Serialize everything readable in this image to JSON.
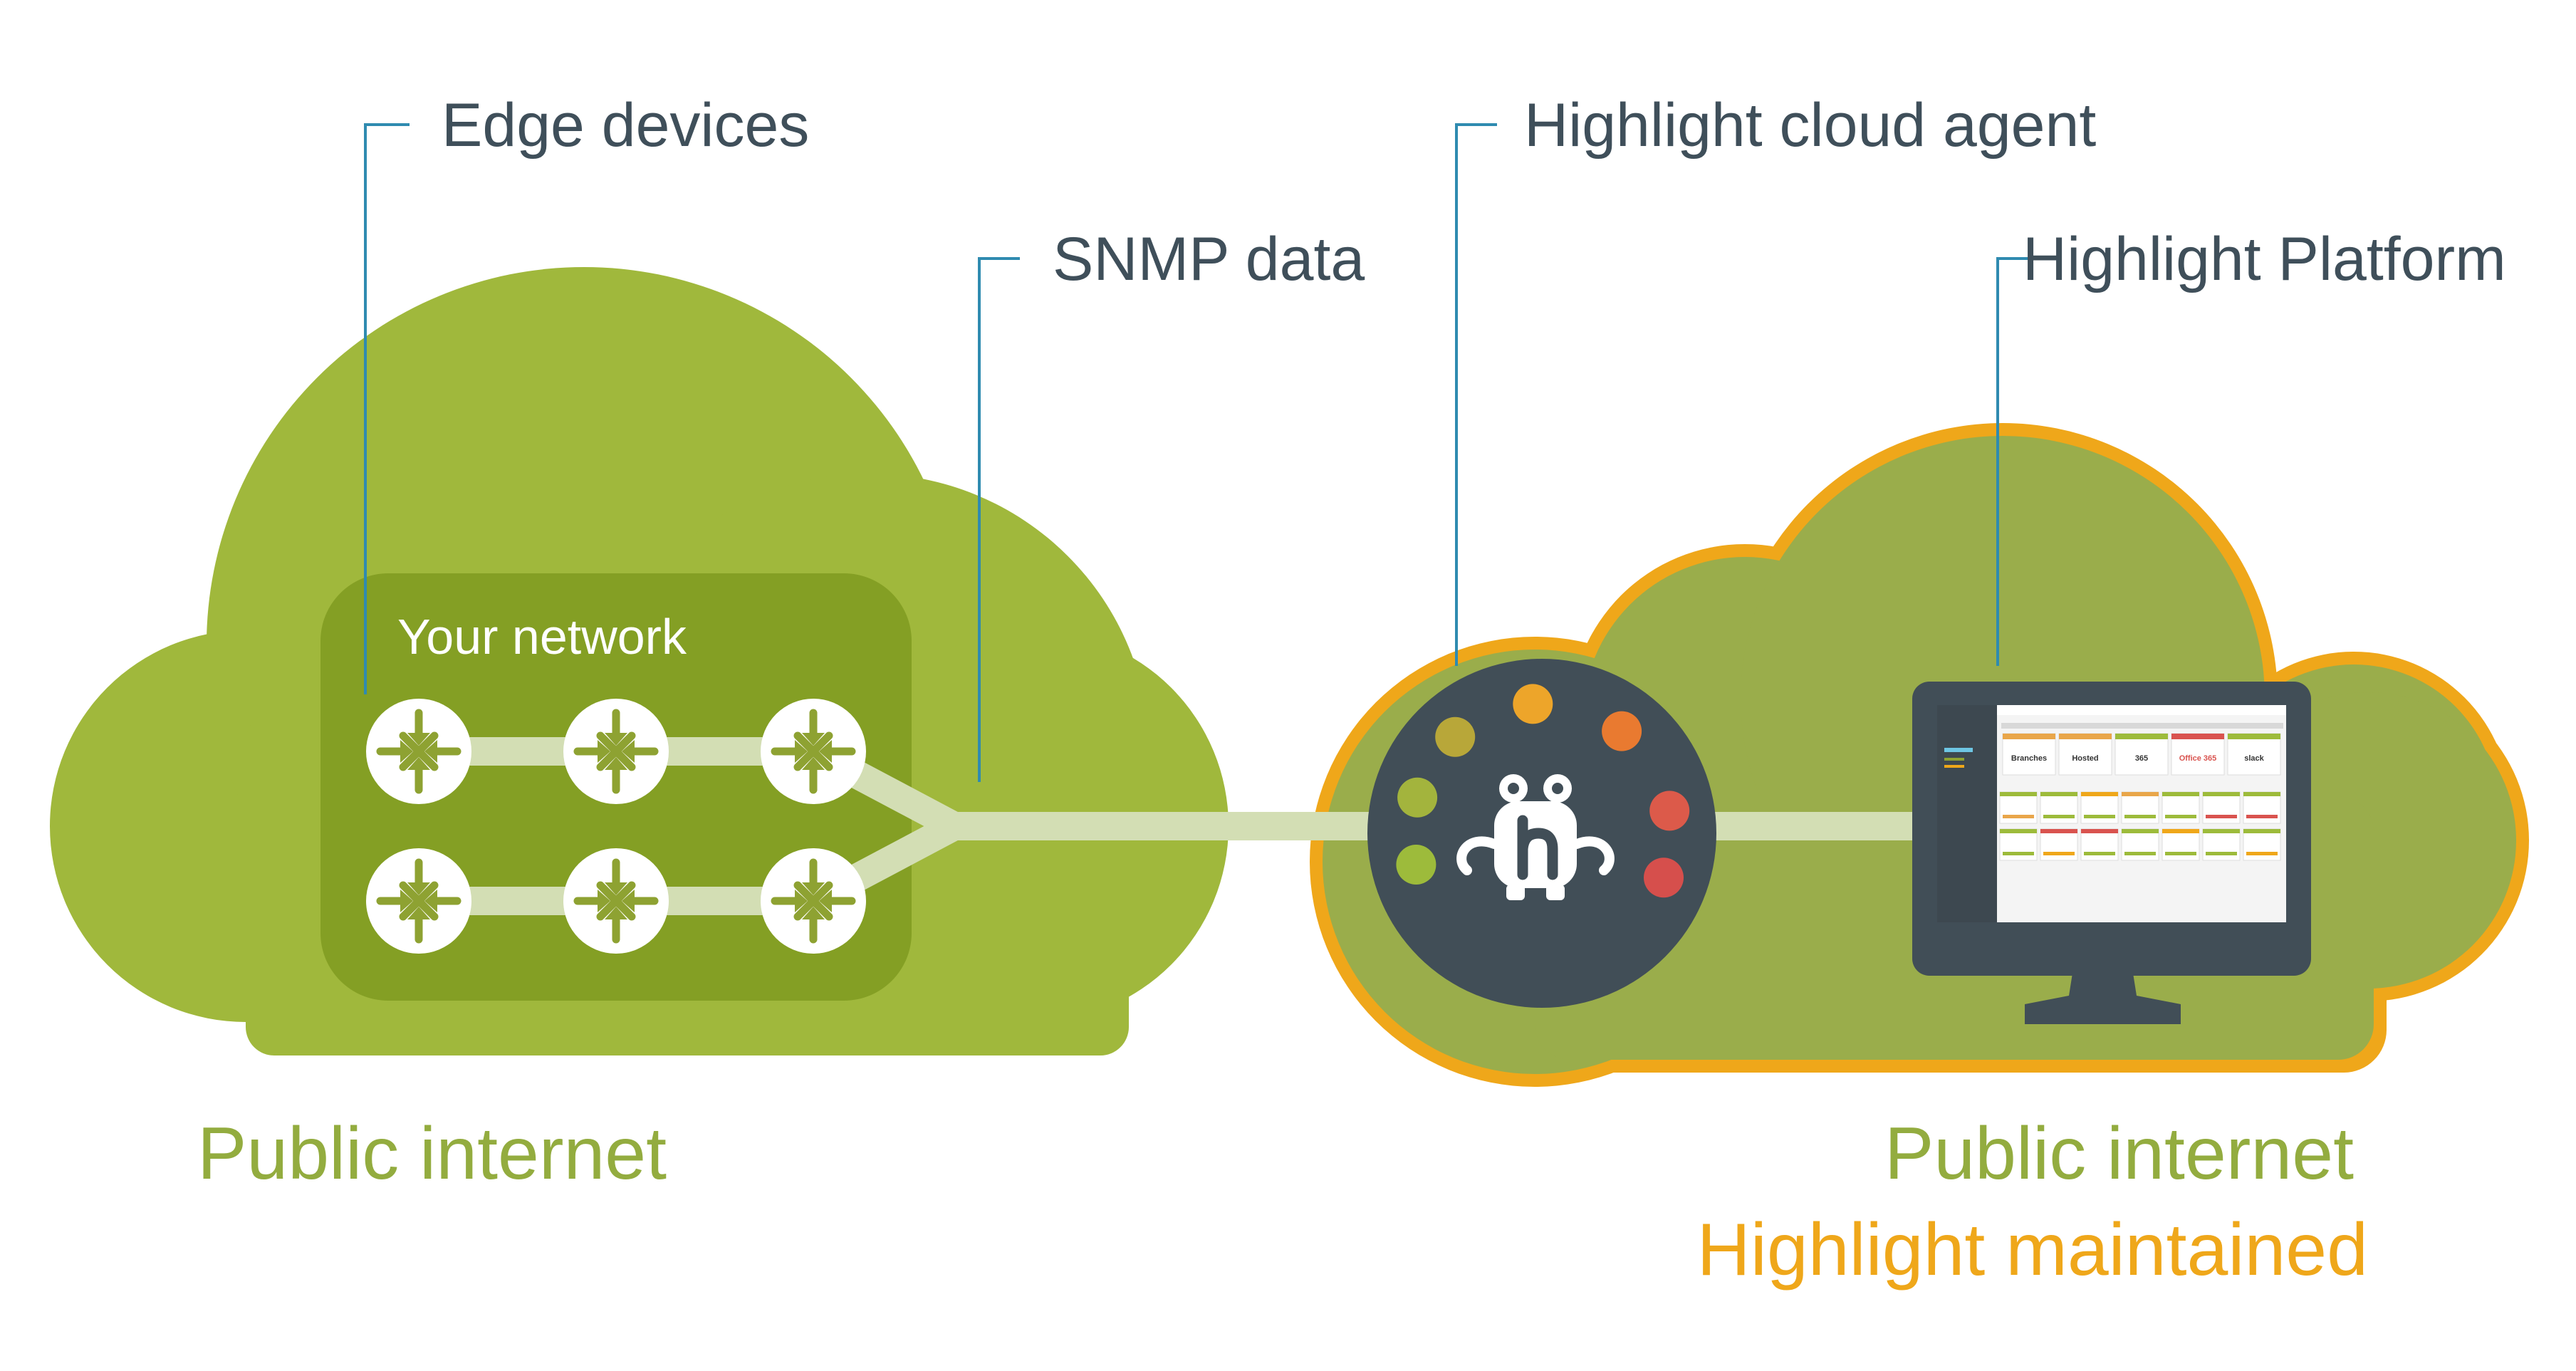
{
  "labels": {
    "edge_devices": "Edge devices",
    "snmp_data": "SNMP data",
    "cloud_agent": "Highlight cloud agent",
    "platform": "Highlight Platform",
    "your_network": "Your network",
    "public_internet_left": "Public internet",
    "public_internet_right": "Public internet",
    "highlight_maintained": "Highlight maintained"
  },
  "colors": {
    "cloud_left": "#a0b83c",
    "network_box": "#849f24",
    "cloud_right": "#9aad4b",
    "cloud_right_outline": "#efa71a",
    "connector": "#d3deb4",
    "callout_line": "#2f8bb0",
    "agent_dark": "#414e57",
    "text_dark": "#3f4f5a",
    "text_green": "#93ac3f",
    "text_orange": "#efa71a"
  },
  "icons": {
    "router": "router-icon",
    "agent": "highlight-robot-icon",
    "monitor": "monitor-icon"
  },
  "agent_dots": [
    "#9dbb3b",
    "#a3b43d",
    "#b8a739",
    "#eda52a",
    "#e97a30",
    "#dc5a4a",
    "#d64f4c"
  ],
  "platform_screen": {
    "top_tiles": [
      "Branches",
      "Hosted",
      "365",
      "Office 365",
      "slack"
    ]
  }
}
